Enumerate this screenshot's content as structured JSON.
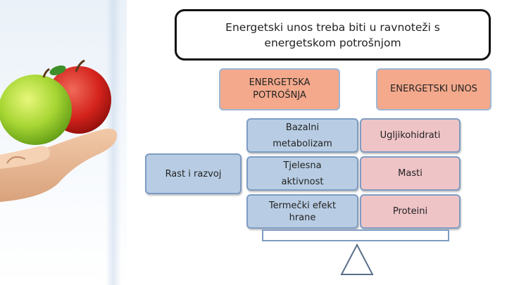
{
  "title": {
    "line1": "Energetski unos treba biti u ravnoteži s",
    "line2": "energetskom potrošnjom"
  },
  "expenditure": {
    "header_line1": "ENERGETSKA",
    "header_line2": "POTROŠNJA",
    "items": [
      {
        "line1": "Bazalni",
        "line2": "metabolizam"
      },
      {
        "line1": "Tjelesna",
        "line2": "aktivnost"
      },
      {
        "line1": "Termečki efekt",
        "line2": "hrane"
      }
    ]
  },
  "intake": {
    "header": "ENERGETSKI UNOS",
    "items": [
      "Ugljikohidrati",
      "Masti",
      "Proteini"
    ]
  },
  "growth": {
    "label": "Rast i razvoj"
  },
  "colors": {
    "header_fill": "#f4a98c",
    "expenditure_fill": "#b8cde4",
    "intake_fill": "#eec4c7",
    "border": "#7e9cc3"
  },
  "illustration": {
    "icon": "hand-holding-apples"
  }
}
